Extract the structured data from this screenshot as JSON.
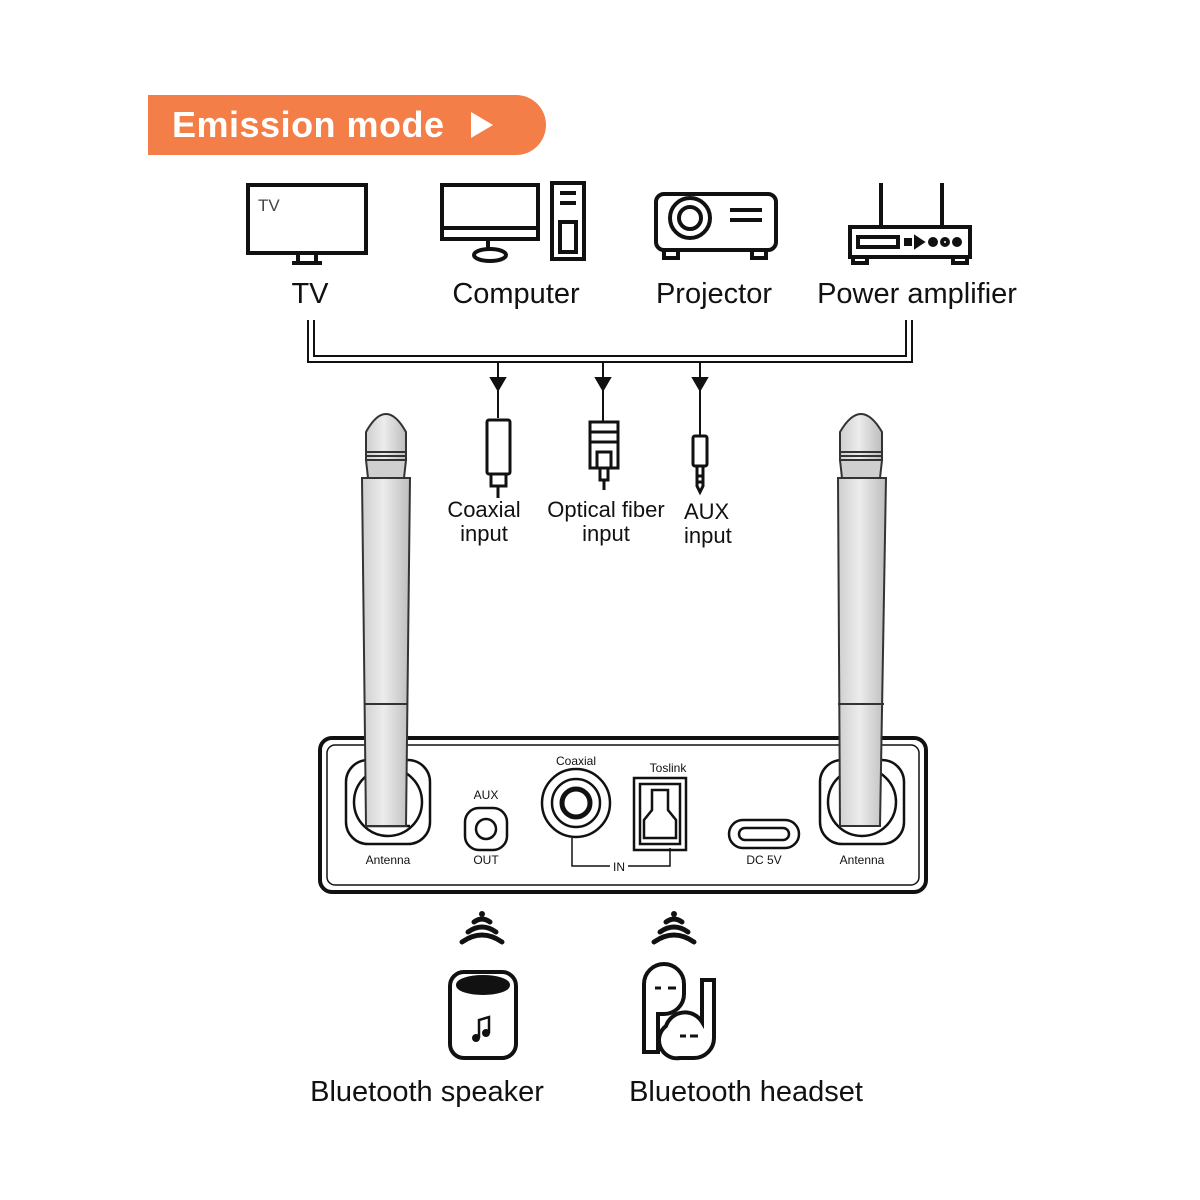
{
  "banner": {
    "title": "Emission mode"
  },
  "sources": [
    {
      "label": "TV",
      "screen_text": "TV"
    },
    {
      "label": "Computer"
    },
    {
      "label": "Projector"
    },
    {
      "label": "Power amplifier"
    }
  ],
  "inputs": [
    {
      "line1": "Coaxial",
      "line2": "input"
    },
    {
      "line1": "Optical fiber",
      "line2": "input"
    },
    {
      "line1": "AUX",
      "line2": "input"
    }
  ],
  "panel": {
    "antenna_left": "Antenna",
    "antenna_right": "Antenna",
    "aux_top": "AUX",
    "aux_bottom": "OUT",
    "coaxial": "Coaxial",
    "toslink": "Toslink",
    "in": "IN",
    "dc": "DC 5V"
  },
  "outputs": [
    {
      "label": "Bluetooth speaker"
    },
    {
      "label": "Bluetooth headset"
    }
  ],
  "colors": {
    "accent": "#f47e47",
    "line": "#111111",
    "antenna": "#d9d9d9"
  }
}
